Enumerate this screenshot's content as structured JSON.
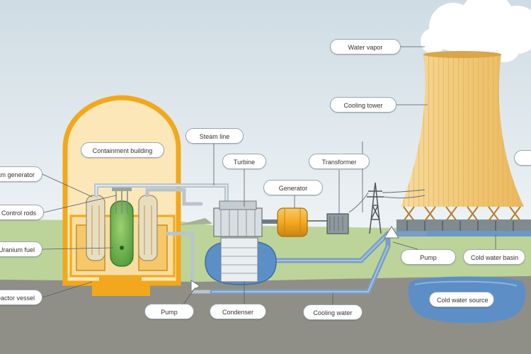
{
  "labels": {
    "water_vapor": "Water vapor",
    "cooling_tower": "Cooling tower",
    "containment_building": "Containment building",
    "steam_line": "Steam line",
    "turbine": "Turbine",
    "transformer": "Transformer",
    "generator": "Generator",
    "steam_generator": "Steam generator",
    "control_rods": "Control rods",
    "uranium_fuel": "Uranium fuel",
    "reactor_vessel": "Reactor vessel",
    "pump_left": "Pump",
    "condenser": "Condenser",
    "cooling_water": "Cooling water",
    "pump_right": "Pump",
    "cold_water_basin": "Cold water basin",
    "cold_water_source": "Cold water source"
  },
  "colors": {
    "sky": "#e6eef2",
    "ground": "#8e8e86",
    "grass": "#bcd49a",
    "containment": "#f2a81c",
    "tower": "#f3d28a",
    "water": "#5b8fc7",
    "pipe": "#b9c5cc"
  }
}
